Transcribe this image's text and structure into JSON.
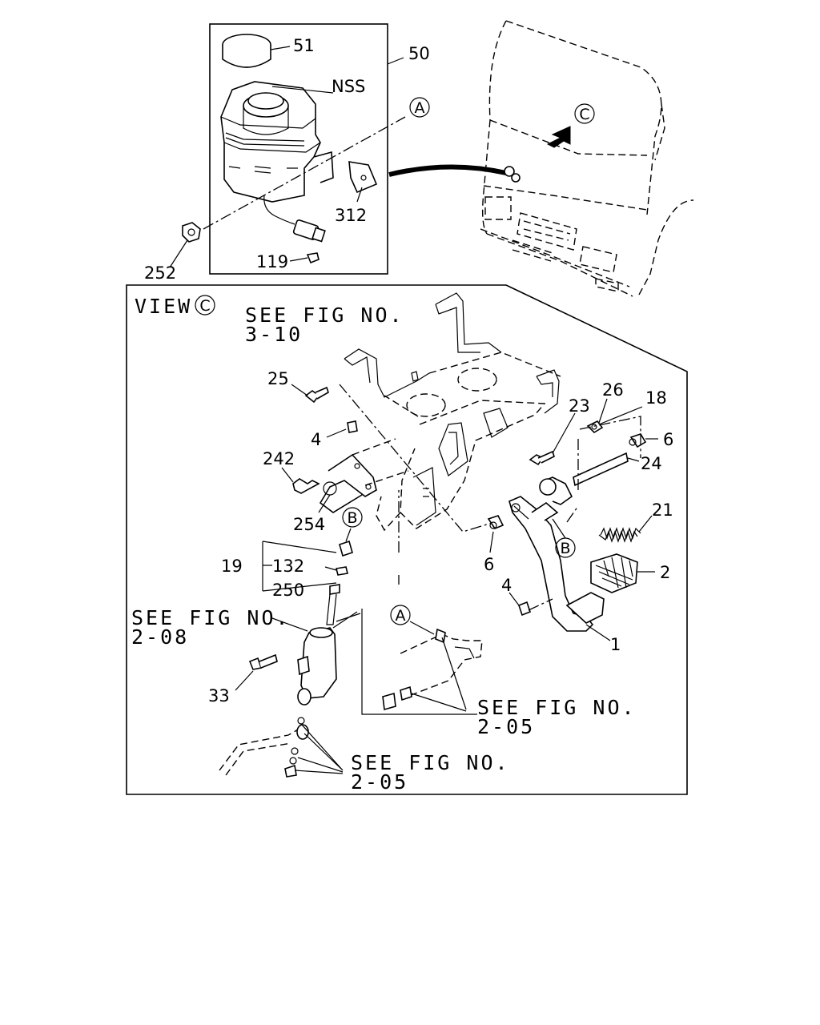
{
  "labels": {
    "p51": "51",
    "p50": "50",
    "nss": "NSS",
    "p312": "312",
    "p119": "119",
    "p252": "252",
    "view_word": "VIEW",
    "view_letter": "C",
    "ref_c_top": "C",
    "ref_a_top": "A",
    "ref_a_mid": "A",
    "ref_b_mid": "B",
    "ref_b_right": "B",
    "see1_a": "SEE FIG NO.",
    "see1_b": "3-10",
    "see2_a": "SEE FIG NO.",
    "see2_b": "2-08",
    "see3_a": "SEE FIG NO.",
    "see3_b": "2-05",
    "see4_a": "SEE FIG NO.",
    "see4_b": "2-05",
    "p25": "25",
    "p4a": "4",
    "p242": "242",
    "p254": "254",
    "p19": "19",
    "p132": "132",
    "p250": "250",
    "p33": "33",
    "p23": "23",
    "p26": "26",
    "p18": "18",
    "p6a": "6",
    "p24": "24",
    "p21": "21",
    "p2": "2",
    "p6b": "6",
    "p4b": "4",
    "p1": "1"
  }
}
